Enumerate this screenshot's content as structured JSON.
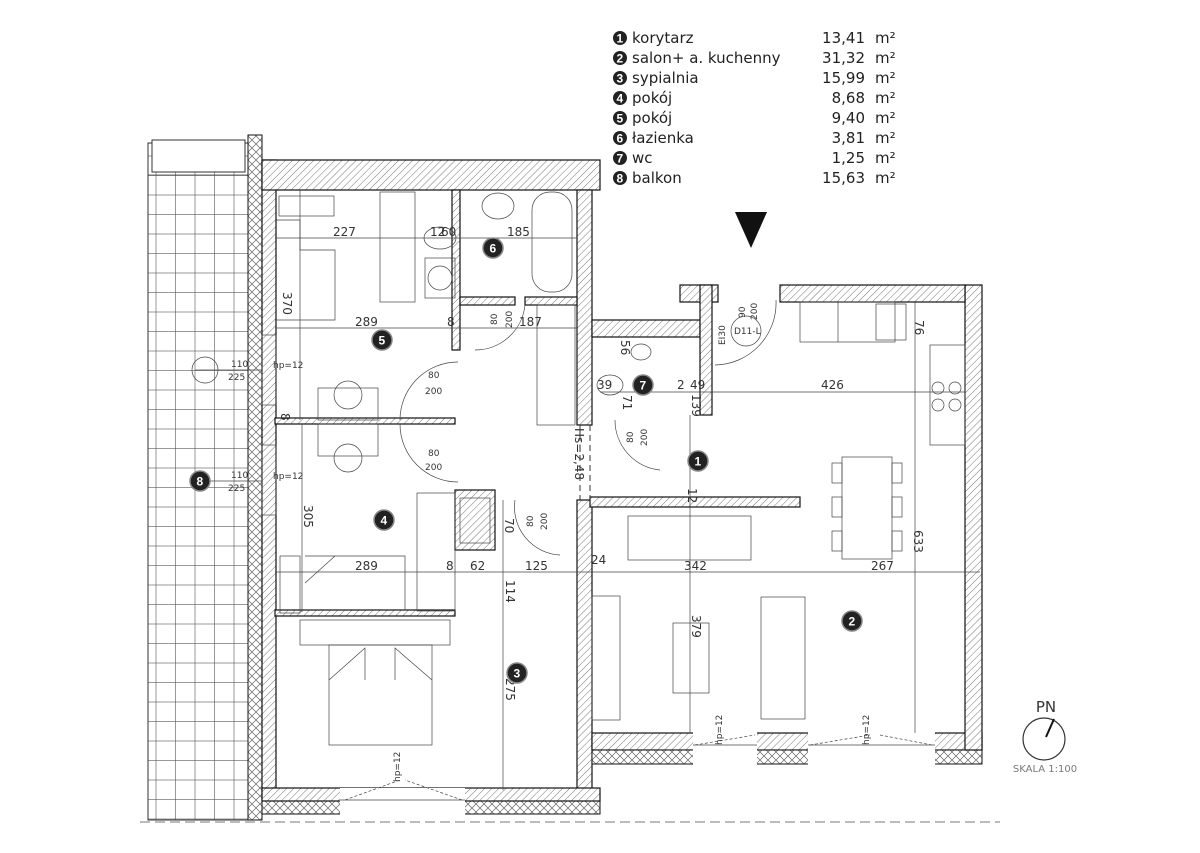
{
  "legend": [
    {
      "num": "1",
      "name": "korytarz",
      "area": "13,41",
      "unit": "m²"
    },
    {
      "num": "2",
      "name": "salon+ a. kuchenny",
      "area": "31,32",
      "unit": "m²"
    },
    {
      "num": "3",
      "name": "sypialnia",
      "area": "15,99",
      "unit": "m²"
    },
    {
      "num": "4",
      "name": "pokój",
      "area": "8,68",
      "unit": "m²"
    },
    {
      "num": "5",
      "name": "pokój",
      "area": "9,40",
      "unit": "m²"
    },
    {
      "num": "6",
      "name": "łazienka",
      "area": "3,81",
      "unit": "m²"
    },
    {
      "num": "7",
      "name": "wc",
      "area": "1,25",
      "unit": "m²"
    },
    {
      "num": "8",
      "name": "balkon",
      "area": "15,63",
      "unit": "m²"
    }
  ],
  "dims": {
    "d227": "227",
    "d12a": "12",
    "d60": "60",
    "d185": "185",
    "d370": "370",
    "d289a": "289",
    "d8a": "8",
    "d187": "187",
    "d305": "305",
    "d289b": "289",
    "d8b": "8",
    "d62": "62",
    "d125": "125",
    "d24": "24",
    "d342": "342",
    "d267": "267",
    "d633": "633",
    "d426": "426",
    "d114": "114",
    "d275": "275",
    "d70": "70",
    "d379": "379",
    "d12b": "12",
    "d56": "56",
    "d39": "39",
    "d71": "71",
    "d2": "2",
    "d49": "49",
    "d139": "139",
    "d76": "76",
    "d8c": "8"
  },
  "doors": {
    "w": "80",
    "h": "200"
  },
  "windows": {
    "w": "110",
    "h": "225",
    "hp": "hp=12"
  },
  "labels": {
    "hs": "Hs=2,48",
    "entry": "D11-L",
    "ei": "EI30",
    "door_w": "90",
    "door_h": "200"
  },
  "compass": {
    "label": "PN",
    "scale": "SKALA 1:100"
  }
}
